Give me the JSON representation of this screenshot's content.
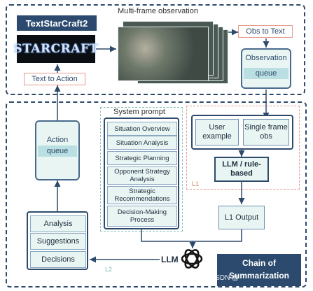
{
  "top_title": "TextStarCraft2",
  "logo_text": "STARCRAFT",
  "multi_frame_label": "Multi-frame observation",
  "obs_to_text": "Obs to Text",
  "text_to_action": "Text to Action",
  "observation_queue": {
    "title": "Observation",
    "sub": "queue"
  },
  "action_queue": {
    "title": "Action",
    "sub": "queue"
  },
  "system_prompt": {
    "title": "System prompt",
    "items": [
      "Situation Overview",
      "Situation Analysis",
      "Strategic Planning",
      "Opponent Strategy Analysis",
      "Strategic Recommendations",
      "Decision-Making Process"
    ]
  },
  "l1": {
    "user_example": "User example",
    "single_frame": "Single frame obs",
    "llm_rule": "LLM / rule-based",
    "label": "L1",
    "output": "L1 Output"
  },
  "l2_label": "L2",
  "llm_label": "LLM",
  "chain_label": "Chain of Summarization",
  "decision_stack": [
    "Analysis",
    "Suggestions",
    "Decisions"
  ],
  "watermark": "CSDN @",
  "colors": {
    "navy": "#2b4a6e",
    "teal_fill": "#e9f5f2",
    "orange": "#e59a8c",
    "cap": "#b9dfe2"
  }
}
